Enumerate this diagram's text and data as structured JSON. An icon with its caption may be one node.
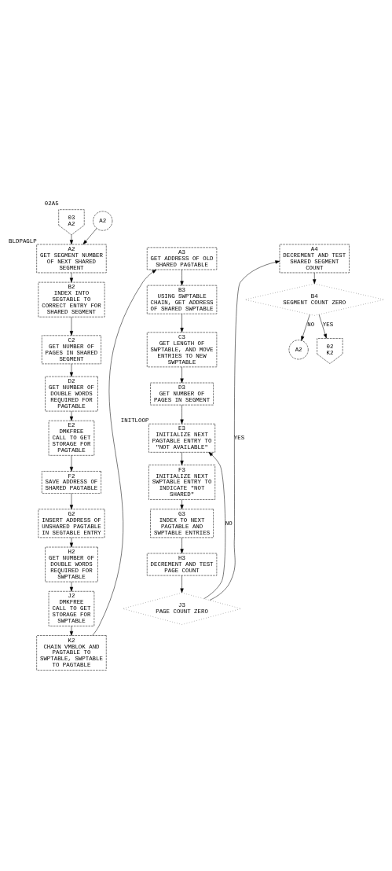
{
  "diagram": {
    "nodes": [
      {
        "text": [
          "03",
          "A2"
        ],
        "beside": [
          "02A5"
        ]
      },
      {
        "text": [
          "A2",
          "GET SEGMENT NUMBER OF NEXT SHARED SEGMENT"
        ],
        "beside": [
          "BLDPAGLP"
        ]
      },
      {
        "text": [
          "A2"
        ]
      },
      {
        "text": [
          "B2",
          "INDEX INTO SEGTABLE TO CORRECT ENTRY FOR SHARED SEGMENT"
        ]
      },
      {
        "text": [
          "C2",
          "GET NUMBER OF PAGES IN SHARED SEGMENT"
        ]
      },
      {
        "text": [
          "D2",
          "GET NUMBER OF DOUBLE WORDS REQUIRED FOR PAGTABLE"
        ]
      },
      {
        "text": [
          "E2",
          "DMKFREE",
          "CALL TO GET STORAGE FOR PAGTABLE"
        ]
      },
      {
        "text": [
          "F2",
          "SAVE ADDRESS OF SHARED PAGTABLE"
        ]
      },
      {
        "text": [
          "G2",
          "INSERT ADDRESS OF UNSHARED PAGTABLE IN SEGTABLE ENTRY"
        ]
      },
      {
        "text": [
          "H2",
          "GET NUMBER OF DOUBLE WORDS REQUIRED FOR SWPTABLE"
        ]
      },
      {
        "text": [
          "J2",
          "DMKFREE",
          "CALL TO GET STORAGE FOR SWPTABLE"
        ]
      },
      {
        "text": [
          "K2",
          "CHAIN VMBLOK AND PAGTABLE TO SWPTABLE, SWPTABLE TO PAGTABLE"
        ]
      },
      {
        "text": [
          "A3",
          "GET ADDRESS OF OLD SHARED PAGTABLE"
        ]
      },
      {
        "text": [
          "B3",
          "USING SWPTABLE CHAIN, GET ADDRESS OF SHARED SWPTABLE"
        ]
      },
      {
        "text": [
          "C3",
          "GET LENGTH OF SWPTABLE, AND MOVE ENTRIES TO NEW SWPTABLE"
        ]
      },
      {
        "text": [
          "D3",
          "GET NUMBER OF PAGES IN SEGMENT"
        ]
      },
      {
        "text": [
          "E3",
          "INITIALIZE NEXT PAGTABLE ENTRY TO \"NOT AVAILABLE\""
        ],
        "beside": [
          "INITLOOP"
        ]
      },
      {
        "text": [
          "F3",
          "INITIALIZE NEXT SWPTABLE ENTRY TO INDICATE \"NOT SHARED\""
        ]
      },
      {
        "text": [
          "G3",
          "INDEX TO NEXT PAGTABLE AND SWPTABLE ENTRIES"
        ]
      },
      {
        "text": [
          "H3",
          "DECREMENT AND TEST PAGE COUNT"
        ]
      },
      {
        "text": [
          "J3",
          "PAGE COUNT ZERO"
        ]
      },
      {
        "text": [
          "A4",
          "DECREMENT AND TEST SHARED SEGMENT COUNT"
        ]
      },
      {
        "text": [
          "B4",
          "SEGMENT COUNT ZERO"
        ]
      },
      {
        "text": [
          "A2"
        ]
      },
      {
        "text": [
          "02",
          "K2"
        ]
      }
    ],
    "edges": [
      {
        "from": 0,
        "to": 1,
        "arrow": "to"
      },
      {
        "from": 2,
        "to": 1,
        "arrow": "to"
      },
      {
        "from": 1,
        "to": 3,
        "arrow": "to"
      },
      {
        "from": 3,
        "to": 4,
        "arrow": "to"
      },
      {
        "from": 4,
        "to": 5,
        "arrow": "to"
      },
      {
        "from": 5,
        "to": 6,
        "arrow": "to"
      },
      {
        "from": 6,
        "to": 7,
        "arrow": "to"
      },
      {
        "from": 7,
        "to": 8,
        "arrow": "to"
      },
      {
        "from": 8,
        "to": 9,
        "arrow": "to"
      },
      {
        "from": 9,
        "to": 10,
        "arrow": "to"
      },
      {
        "from": 10,
        "to": 11,
        "arrow": "to"
      },
      {
        "from": 11,
        "to": 12,
        "arrow": "to"
      },
      {
        "from": 12,
        "to": 13,
        "arrow": "to"
      },
      {
        "from": 13,
        "to": 14,
        "arrow": "to"
      },
      {
        "from": 14,
        "to": 15,
        "arrow": "to"
      },
      {
        "from": 15,
        "to": 16,
        "arrow": "to"
      },
      {
        "from": 16,
        "to": 17,
        "arrow": "to"
      },
      {
        "from": 17,
        "to": 18,
        "arrow": "to"
      },
      {
        "from": 18,
        "to": 19,
        "arrow": "to"
      },
      {
        "from": 19,
        "to": 20,
        "arrow": "to"
      },
      {
        "from": 20,
        "to": 16,
        "arrow": "to",
        "label": "NO"
      },
      {
        "from": 20,
        "to": 21,
        "arrow": "to",
        "label": "YES"
      },
      {
        "from": 21,
        "to": 22,
        "arrow": "to"
      },
      {
        "from": 22,
        "to": 23,
        "arrow": "to",
        "label": "NO"
      },
      {
        "from": 22,
        "to": 24,
        "arrow": "to",
        "label": "YES"
      }
    ]
  }
}
